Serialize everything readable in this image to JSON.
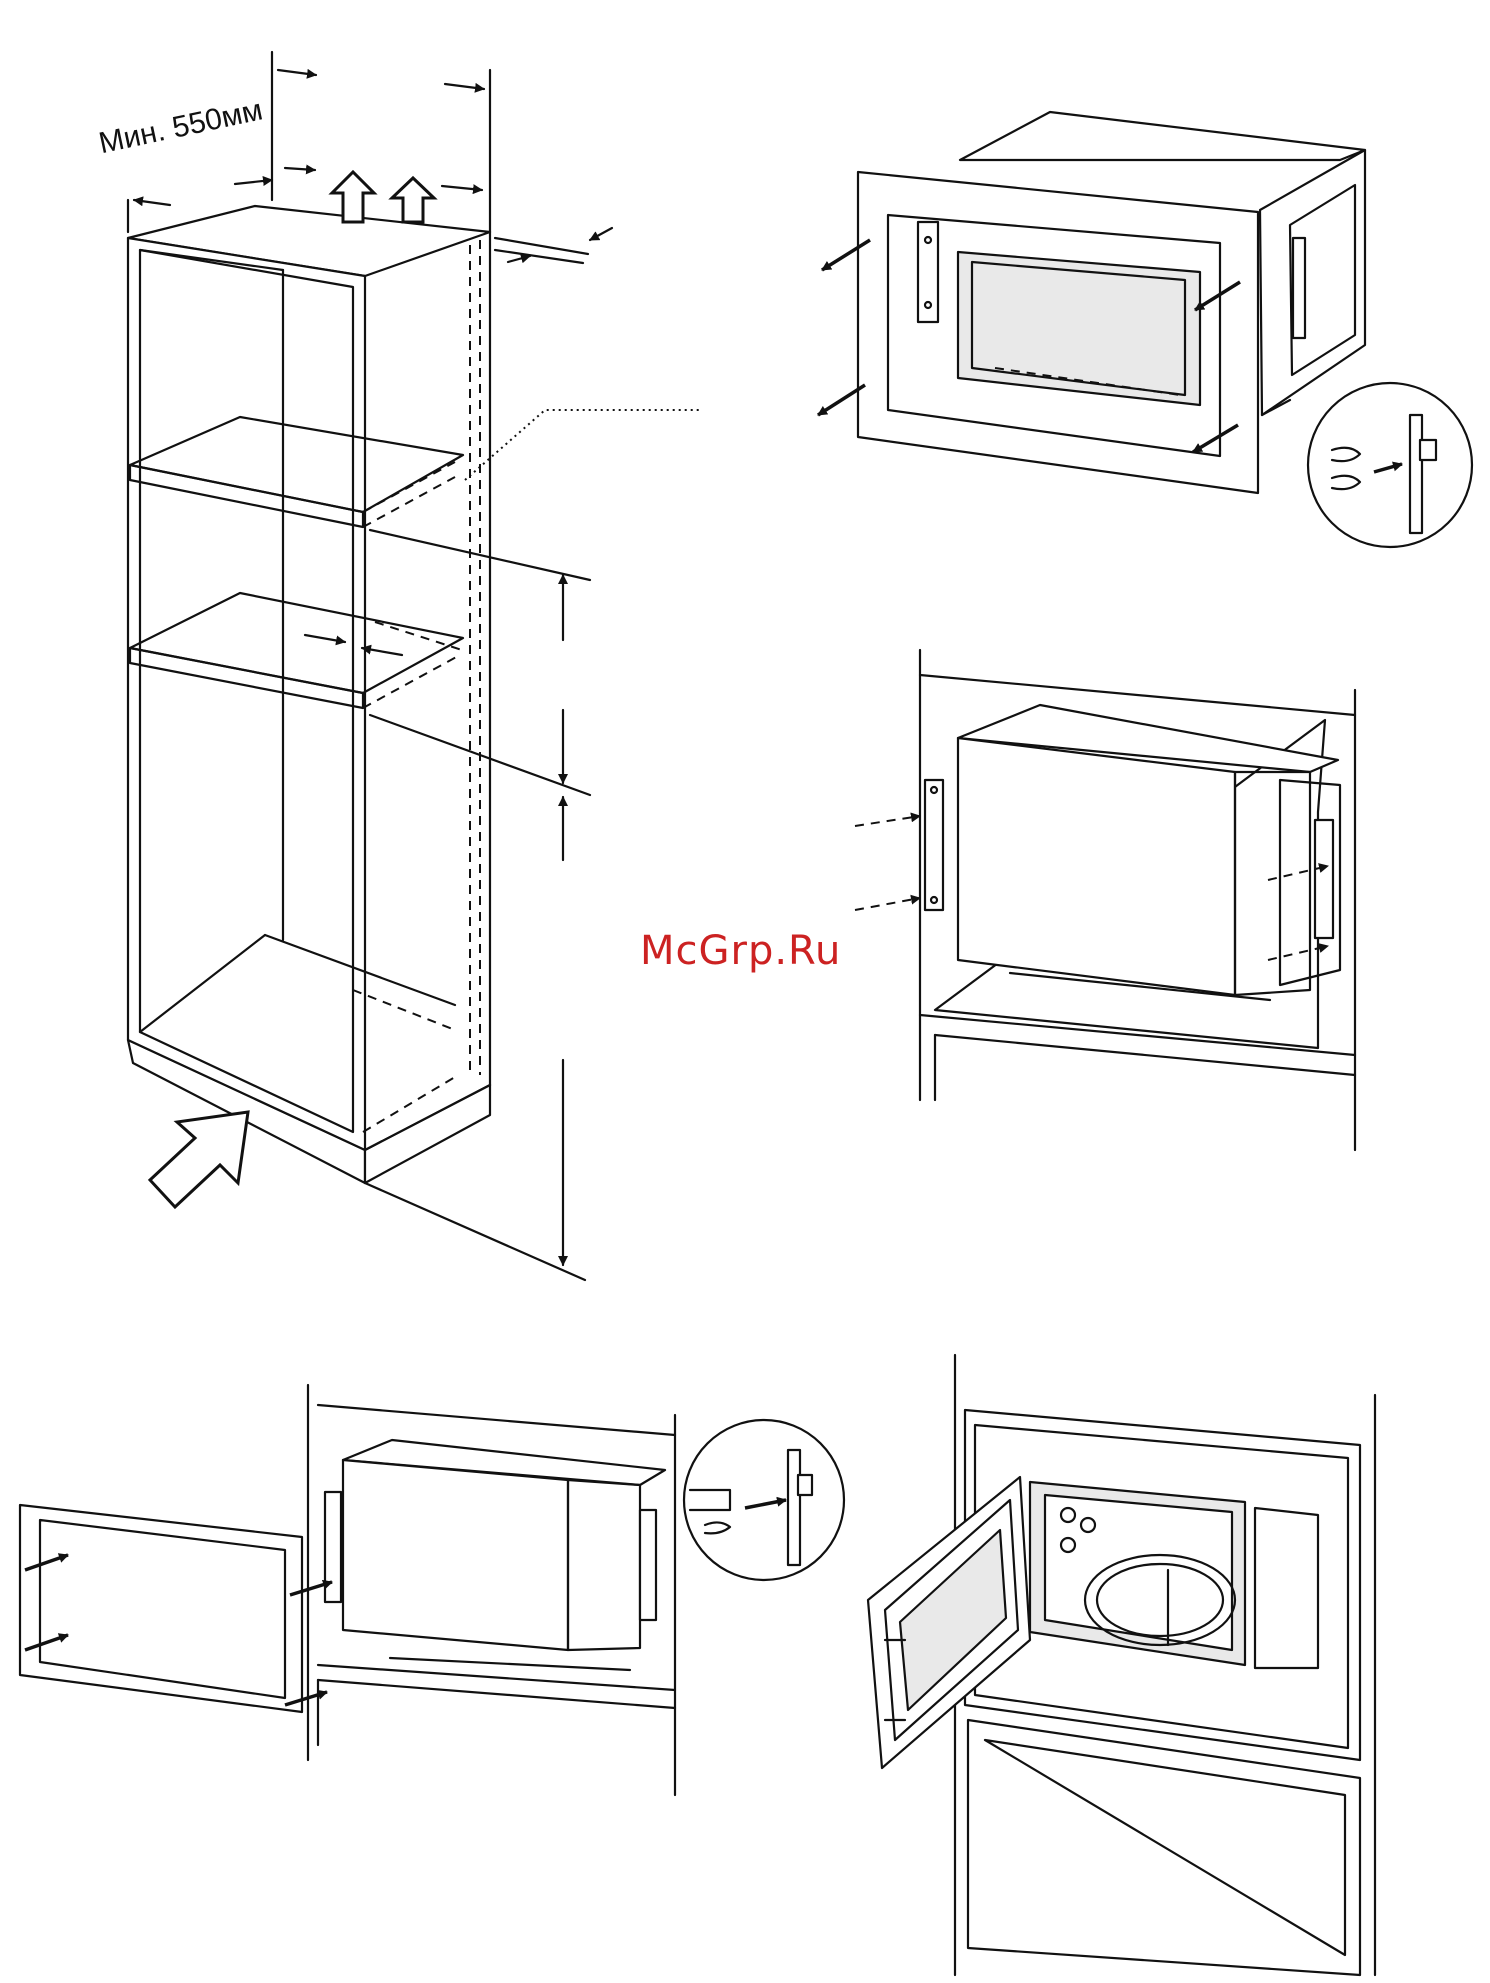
{
  "labels": {
    "min_width": "Мин. 550мм",
    "watermark": "McGrp.Ru"
  },
  "figures": [
    {
      "id": "cabinet-dimensions"
    },
    {
      "id": "frame-removal"
    },
    {
      "id": "microwave-in-cabinet"
    },
    {
      "id": "frame-attachment"
    },
    {
      "id": "installed-microwave"
    }
  ]
}
